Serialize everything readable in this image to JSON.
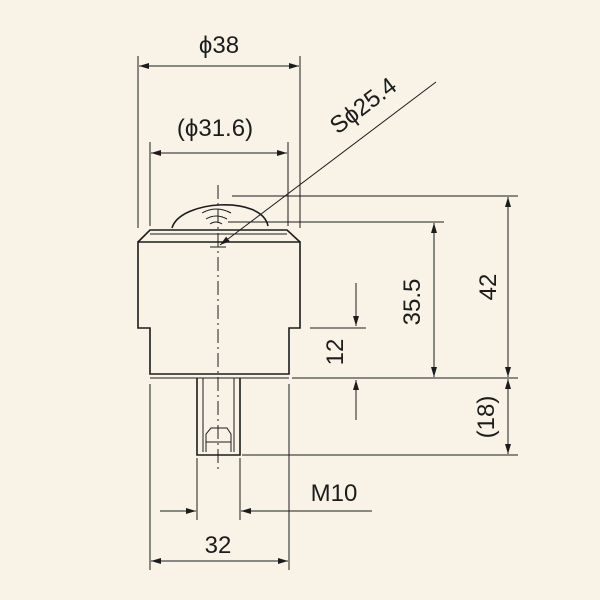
{
  "dimensions": {
    "outer_diameter": "ϕ38",
    "inner_diameter": "(ϕ31.6)",
    "ball_sphere": "Sϕ25.4",
    "total_height": "42",
    "ball_center_height": "35.5",
    "flange_height": "12",
    "stud_length": "(18)",
    "thread": "M10",
    "base_width": "32"
  },
  "colors": {
    "background": "#f8f3e6",
    "line": "#1c1c1c"
  }
}
